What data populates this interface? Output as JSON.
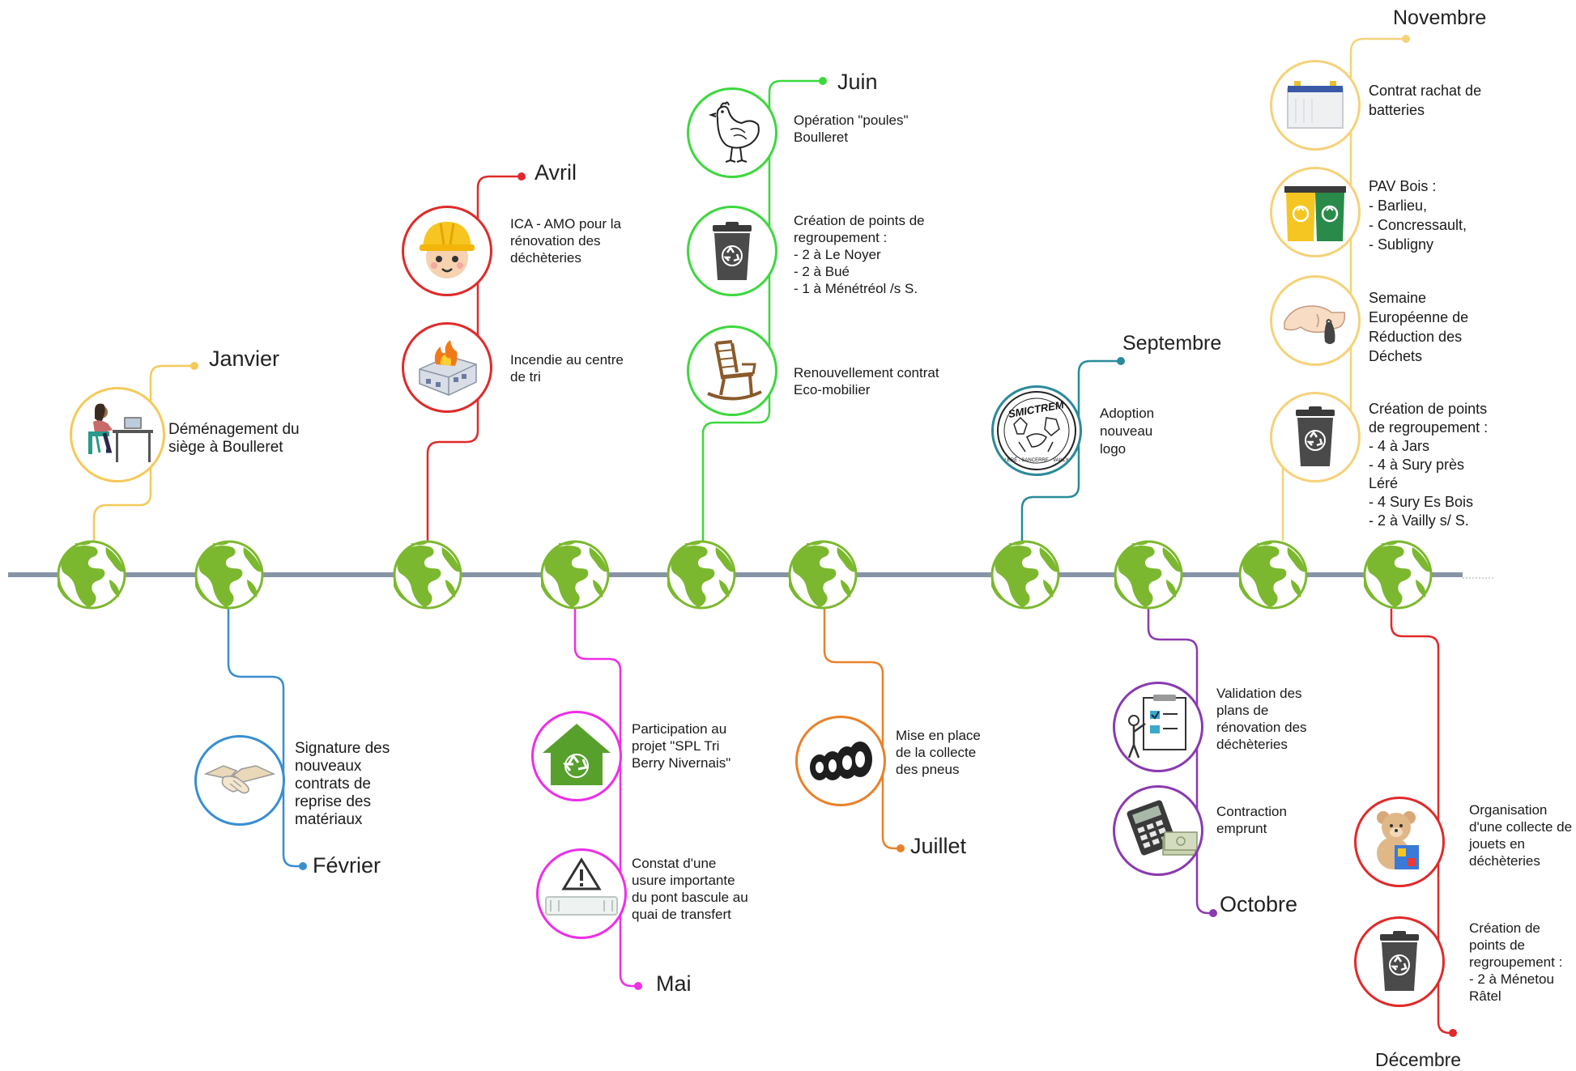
{
  "timeline": {
    "months": {
      "janvier": "Janvier",
      "fevrier": "Février",
      "avril": "Avril",
      "mai": "Mai",
      "juin": "Juin",
      "juillet": "Juillet",
      "septembre": "Septembre",
      "octobre": "Octobre",
      "novembre": "Novembre",
      "decembre": "Décembre"
    },
    "events": {
      "janvier_1": "Déménagement du\nsiège à Boulleret",
      "fevrier_1": "Signature des\nnouveaux\ncontrats de\nreprise des\nmatériaux",
      "avril_1": "ICA - AMO pour la\nrénovation des\ndéchèteries",
      "avril_2": "Incendie au centre\nde tri",
      "mai_1": "Participation au\nprojet \"SPL Tri\nBerry Nivernais\"",
      "mai_2": "Constat d'une\nusure importante\ndu pont bascule au\nquai de transfert",
      "juin_1": "Opération \"poules\"\nBoulleret",
      "juin_2": "Création de points de\nregroupement :\n - 2 à Le Noyer\n - 2 à Bué\n - 1 à Ménétréol /s S.",
      "juin_3": "Renouvellement contrat\nEco-mobilier",
      "juillet_1": "Mise en place\nde la collecte\ndes pneus",
      "septembre_1": "Adoption\nnouveau\nlogo",
      "octobre_1": "Validation des\nplans de\nrénovation des\ndéchèteries",
      "octobre_2": "Contraction\nemprunt",
      "novembre_1": "Contrat rachat de\nbatteries",
      "novembre_2": "PAV Bois :\n- Barlieu,\n- Concressault,\n- Subligny",
      "novembre_3": "Semaine\nEuropéenne de\nRéduction des\nDéchets",
      "novembre_4": "Création de points\nde regroupement :\n- 4 à Jars\n- 4 à Sury près\nLéré\n- 4 Sury Es Bois\n- 2 à Vailly s/ S.",
      "decembre_1": "Organisation\nd'une collecte de\njouets en\ndéchèteries",
      "decembre_2": "Création de\npoints de\nregroupement :\n- 2 à Ménetou\nRâtel"
    },
    "logo_text": "SMICTREM",
    "logo_subtext": "LÉRÉ - SANCERRE - VAILLY"
  },
  "colors": {
    "janvier": "#f5c95a",
    "fevrier": "#3a8ed0",
    "avril": "#e02a2a",
    "mai": "#ee2ee8",
    "juin": "#3dd83d",
    "juillet": "#e8822a",
    "septembre": "#2a8a9a",
    "octobre": "#8a3ab0",
    "novembre": "#f5d27a",
    "decembre": "#e02a2a",
    "axis": "#8794a6",
    "globe": "#7cb82f"
  },
  "icons": [
    "person-laptop-icon",
    "handshake-icon",
    "worker-icon",
    "fire-building-icon",
    "recycling-house-icon",
    "warning-scale-icon",
    "chicken-icon",
    "recycle-bin-icon",
    "rocking-chair-icon",
    "tires-icon",
    "logo-icon",
    "plans-board-icon",
    "calculator-money-icon",
    "battery-icon",
    "bins-icon",
    "hand-bag-icon",
    "teddy-bear-icon",
    "globe-icon"
  ]
}
